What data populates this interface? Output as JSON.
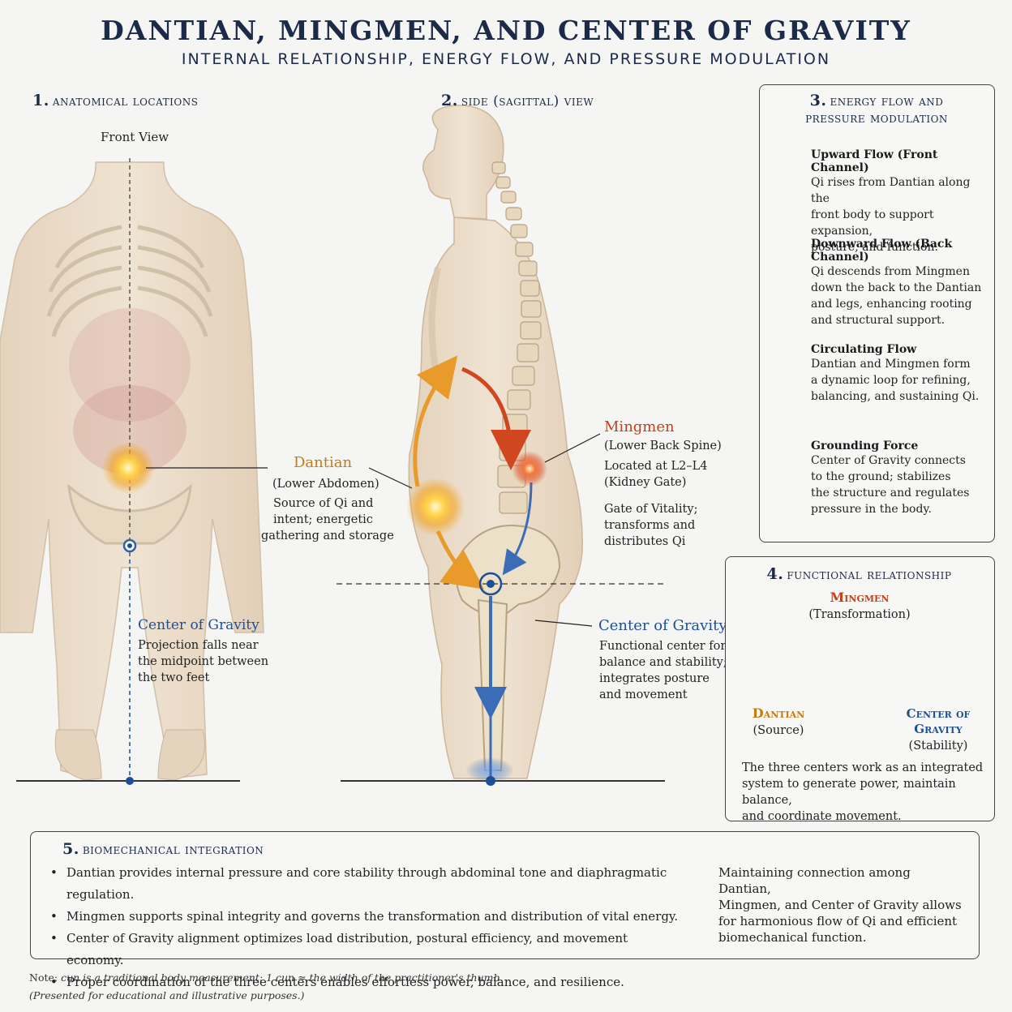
{
  "header": {
    "title": "DANTIAN, MINGMEN, AND CENTER OF GRAVITY",
    "subtitle": "INTERNAL RELATIONSHIP, ENERGY FLOW, AND PRESSURE MODULATION"
  },
  "section1": {
    "number": "1.",
    "title": "anatomical locations",
    "view_label": "Front View",
    "cog_title": "Center of Gravity",
    "cog_desc": [
      "Projection falls near",
      "the midpoint between",
      "the two feet"
    ]
  },
  "section2": {
    "number": "2.",
    "title": "side (sagittal) view",
    "dantian": {
      "title": "Dantian",
      "sub": "(Lower Abdomen)",
      "desc": [
        "Source of Qi and",
        "intent; energetic",
        "gathering and storage"
      ]
    },
    "mingmen": {
      "title": "Mingmen",
      "sub": "(Lower Back Spine)",
      "loc": [
        "Located at L2–L4",
        "(Kidney Gate)"
      ],
      "desc": [
        "Gate of Vitality;",
        "transforms and",
        "distributes Qi"
      ]
    },
    "cog": {
      "title": "Center of Gravity",
      "desc": [
        "Functional center for",
        "balance and stability;",
        "integrates posture",
        "and movement"
      ]
    }
  },
  "section3": {
    "number": "3.",
    "title_lines": [
      "energy flow and",
      "pressure modulation"
    ],
    "items": [
      {
        "icon": "orange-right-arrow-icon",
        "title": "Upward Flow (Front Channel)",
        "lines": [
          "Qi rises from Dantian along the",
          "front body to support expansion,",
          "posture, and function."
        ]
      },
      {
        "icon": "red-right-arrow-icon",
        "title": "Downward Flow (Back Channel)",
        "lines": [
          "Qi descends from Mingmen",
          "down the back to the Dantian",
          "and legs, enhancing rooting",
          "and structural support."
        ]
      },
      {
        "icon": "circulating-arrows-icon",
        "title": "Circulating Flow",
        "lines": [
          "Dantian and Mingmen form",
          "a dynamic loop for refining,",
          "balancing, and sustaining Qi."
        ]
      },
      {
        "icon": "blue-down-arrow-icon",
        "title": "Grounding Force",
        "lines": [
          "Center of Gravity connects",
          "to the ground; stabilizes",
          "the structure and regulates",
          "pressure in the body."
        ]
      }
    ]
  },
  "section4": {
    "number": "4.",
    "title": "functional relationship",
    "mingmen": {
      "title": "Mingmen",
      "sub": "(Transformation)"
    },
    "dantian": {
      "title": "Dantian",
      "sub": "(Source)"
    },
    "cog": {
      "title_lines": [
        "Center of",
        "Gravity"
      ],
      "sub": "(Stability)"
    },
    "desc": [
      "The three centers work as an integrated",
      "system to generate power, maintain balance,",
      "and coordinate movement."
    ]
  },
  "section5": {
    "number": "5.",
    "title": "biomechanical integration",
    "bullets": [
      "Dantian provides internal pressure and core stability through abdominal tone and diaphragmatic regulation.",
      "Mingmen supports spinal integrity and governs the transformation and distribution of vital energy.",
      "Center of Gravity alignment optimizes load distribution, postural efficiency, and movement economy.",
      "Proper coordination of the three centers enables effortless power, balance, and resilience."
    ],
    "summary": [
      "Maintaining connection among Dantian,",
      "Mingmen, and Center of Gravity allows",
      "for harmonious flow of Qi and efficient",
      "biomechanical function."
    ]
  },
  "footer": {
    "note_prefix": "Note:",
    "note_text": "cun is a traditional body measurement: 1 cun ≈ the width of the practitioner's thumb.",
    "disclaimer": "(Presented for educational and illustrative purposes.)"
  },
  "colors": {
    "navy": "#1c2a4a",
    "dantian_orange": "#e8a020",
    "mingmen_red": "#d0461f",
    "cog_blue": "#2c62b0",
    "body_tone": "#e9dccb"
  }
}
